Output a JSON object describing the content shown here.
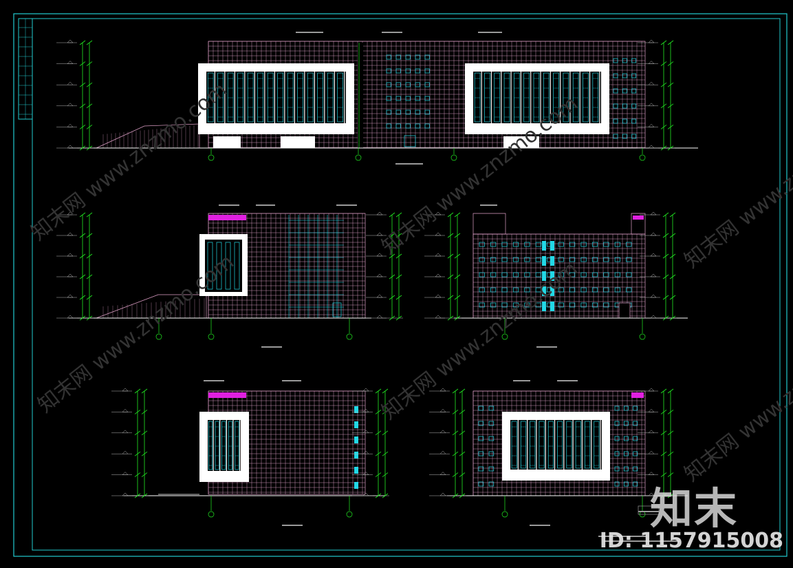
{
  "watermark": {
    "brand": "知末",
    "id_text": "ID: 1157915008",
    "diagonal": "知末网 www.znzmo.com"
  },
  "colors": {
    "background": "#000000",
    "frame": "#22cbd0",
    "grid": "#e0a0c8",
    "axis": "#22ee22",
    "glass": "#22d8e6",
    "white": "#ffffff",
    "magenta": "#e020e0",
    "dimension": "#b8b8b8"
  }
}
